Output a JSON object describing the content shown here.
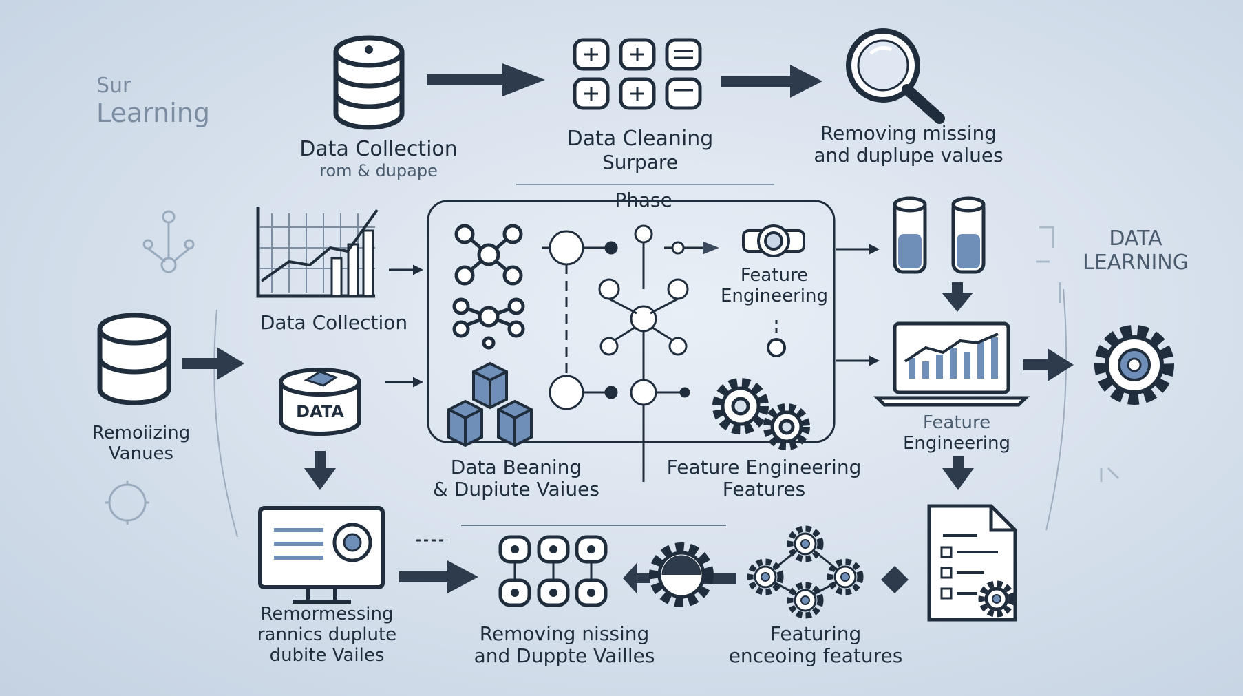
{
  "colors": {
    "background": "#d6e0ec",
    "stroke": "#1f2d3d",
    "accent_blue": "#6f8fb8",
    "light_blue": "#c9d6e6",
    "faint": "#7c8da2"
  },
  "labels": {
    "corner_top_left": {
      "line1": "Sur",
      "line2": "Learning"
    },
    "data_collection_top": {
      "line1": "Data Collection",
      "line2": "rom & dupape"
    },
    "data_cleaning_top": {
      "line1": "Data Cleaning",
      "line2": "Surpare"
    },
    "phase": "Phase",
    "removing_top": {
      "line1": "Removing missing",
      "line2": "and duplupe values"
    },
    "data_collection_mid": "Data Collection",
    "feature_engineering_box": {
      "line1": "Feature",
      "line2": "Engineering"
    },
    "data_learning": {
      "line1": "DATA",
      "line2": "LEARNING"
    },
    "remoizing": {
      "line1": "Remoiizing",
      "line2": "Vanues"
    },
    "data_cylinder": "DATA",
    "data_beaning": {
      "line1": "Data Beaning",
      "line2": "& Dupiute Vaiues"
    },
    "feature_engineering_features": {
      "line1": "Feature Engineering",
      "line2": "Features"
    },
    "feature_engineering_right": {
      "line1": "Feature",
      "line2": "Engineering"
    },
    "remormessing": {
      "line1": "Remormessing",
      "line2": "rannics duplute",
      "line3": "dubite Vailes"
    },
    "removing_bottom": {
      "line1": "Removing nissing",
      "line2": "and Duppte Vailles"
    },
    "featuring": {
      "line1": "Featuring",
      "line2": "enceoing features"
    }
  },
  "icons": [
    "database-icon",
    "database-grid-icon",
    "magnifier-icon",
    "line-chart-icon",
    "network-icon",
    "blocks-icon",
    "gear-icon",
    "test-tubes-icon",
    "laptop-chart-icon",
    "monitor-icon",
    "gear-network-icon",
    "document-gear-icon",
    "large-gear-icon"
  ]
}
